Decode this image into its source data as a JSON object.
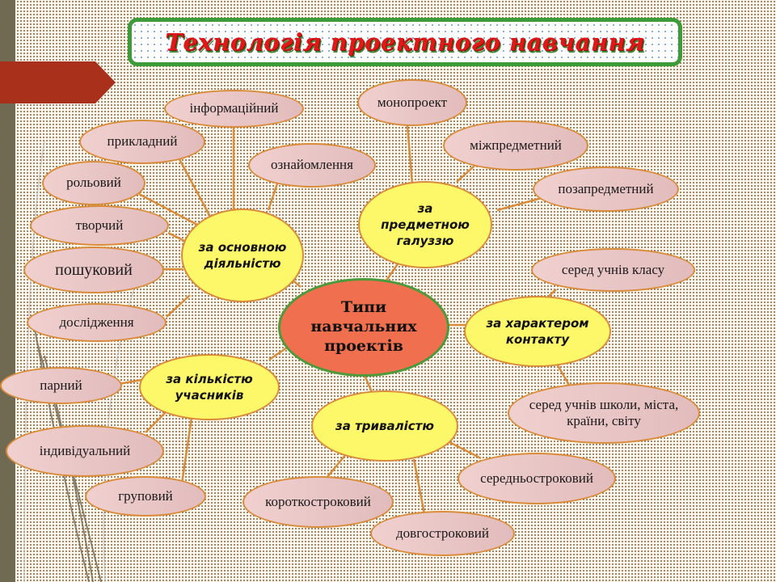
{
  "title": "Технологія проектного навчання",
  "center": {
    "label": "Типи навчальних проектів"
  },
  "categories": {
    "activity": {
      "label": "за основною діяльністю"
    },
    "subject": {
      "label": "за предметною галуззю"
    },
    "contact": {
      "label": "за характером контакту"
    },
    "participants": {
      "label": "за кількістю учасників"
    },
    "duration": {
      "label": "за тривалістю"
    }
  },
  "leaves": {
    "activity": [
      "інформаційний",
      "прикладний",
      "рольовий",
      "творчий",
      "пошуковий",
      "дослідження",
      "ознайомлення"
    ],
    "subject": [
      "монопроект",
      "міжпредметний",
      "позапредметний"
    ],
    "contact": [
      "серед учнів класу",
      "серед учнів школи, міста, країни, світу"
    ],
    "participants": [
      "парний",
      "індивідуальний",
      "груповий"
    ],
    "duration": [
      "короткостроковий",
      "довгостроковий",
      "середньостроковий"
    ]
  },
  "colors": {
    "title_text": "#e01818",
    "title_border": "#3e9b3a",
    "center_fill": "#ef6f4f",
    "center_border": "#4c9a3a",
    "category_fill": "#fdf86a",
    "leaf_fill": "#e8c6c6",
    "connector": "#d98c3a",
    "arrow": "#a9301a",
    "sidebar": "#716a52"
  }
}
